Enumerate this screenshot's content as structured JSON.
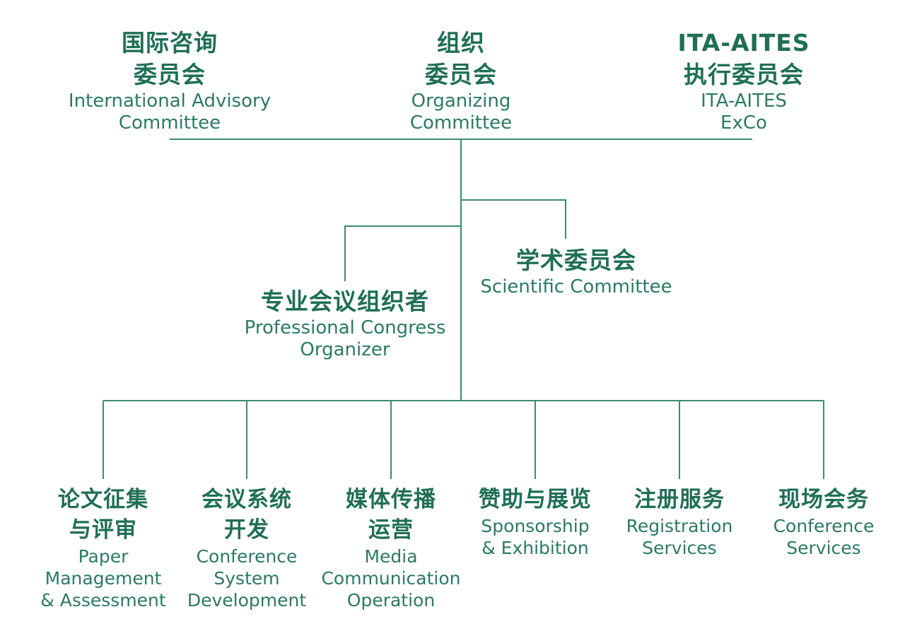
{
  "colors": {
    "text": "#1f6e56",
    "line": "#3d8a72",
    "background": "#ffffff"
  },
  "top": [
    {
      "zh": [
        "国际咨询",
        "委员会"
      ],
      "en": [
        "International Advisory",
        "Committee"
      ]
    },
    {
      "zh": [
        "组织",
        "委员会"
      ],
      "en": [
        "Organizing",
        "Committee"
      ]
    },
    {
      "zh": [
        "ITA-AITES",
        "执行委员会"
      ],
      "en": [
        "ITA-AITES",
        "ExCo"
      ]
    }
  ],
  "middle": {
    "pco": {
      "zh": [
        "专业会议组织者"
      ],
      "en": [
        "Professional Congress",
        "Organizer"
      ]
    },
    "scientific": {
      "zh": [
        "学术委员会"
      ],
      "en": [
        "Scientific Committee"
      ]
    }
  },
  "bottom": [
    {
      "zh": [
        "论文征集",
        "与评审"
      ],
      "en": [
        "Paper",
        "Management",
        "& Assessment"
      ]
    },
    {
      "zh": [
        "会议系统",
        "开发"
      ],
      "en": [
        "Conference",
        "System",
        "Development"
      ]
    },
    {
      "zh": [
        "媒体传播",
        "运营"
      ],
      "en": [
        "Media",
        "Communication",
        "Operation"
      ]
    },
    {
      "zh": [
        "赞助与展览"
      ],
      "en": [
        "Sponsorship",
        "& Exhibition"
      ]
    },
    {
      "zh": [
        "注册服务"
      ],
      "en": [
        "Registration",
        "Services"
      ]
    },
    {
      "zh": [
        "现场会务"
      ],
      "en": [
        "Conference",
        "Services"
      ]
    }
  ]
}
